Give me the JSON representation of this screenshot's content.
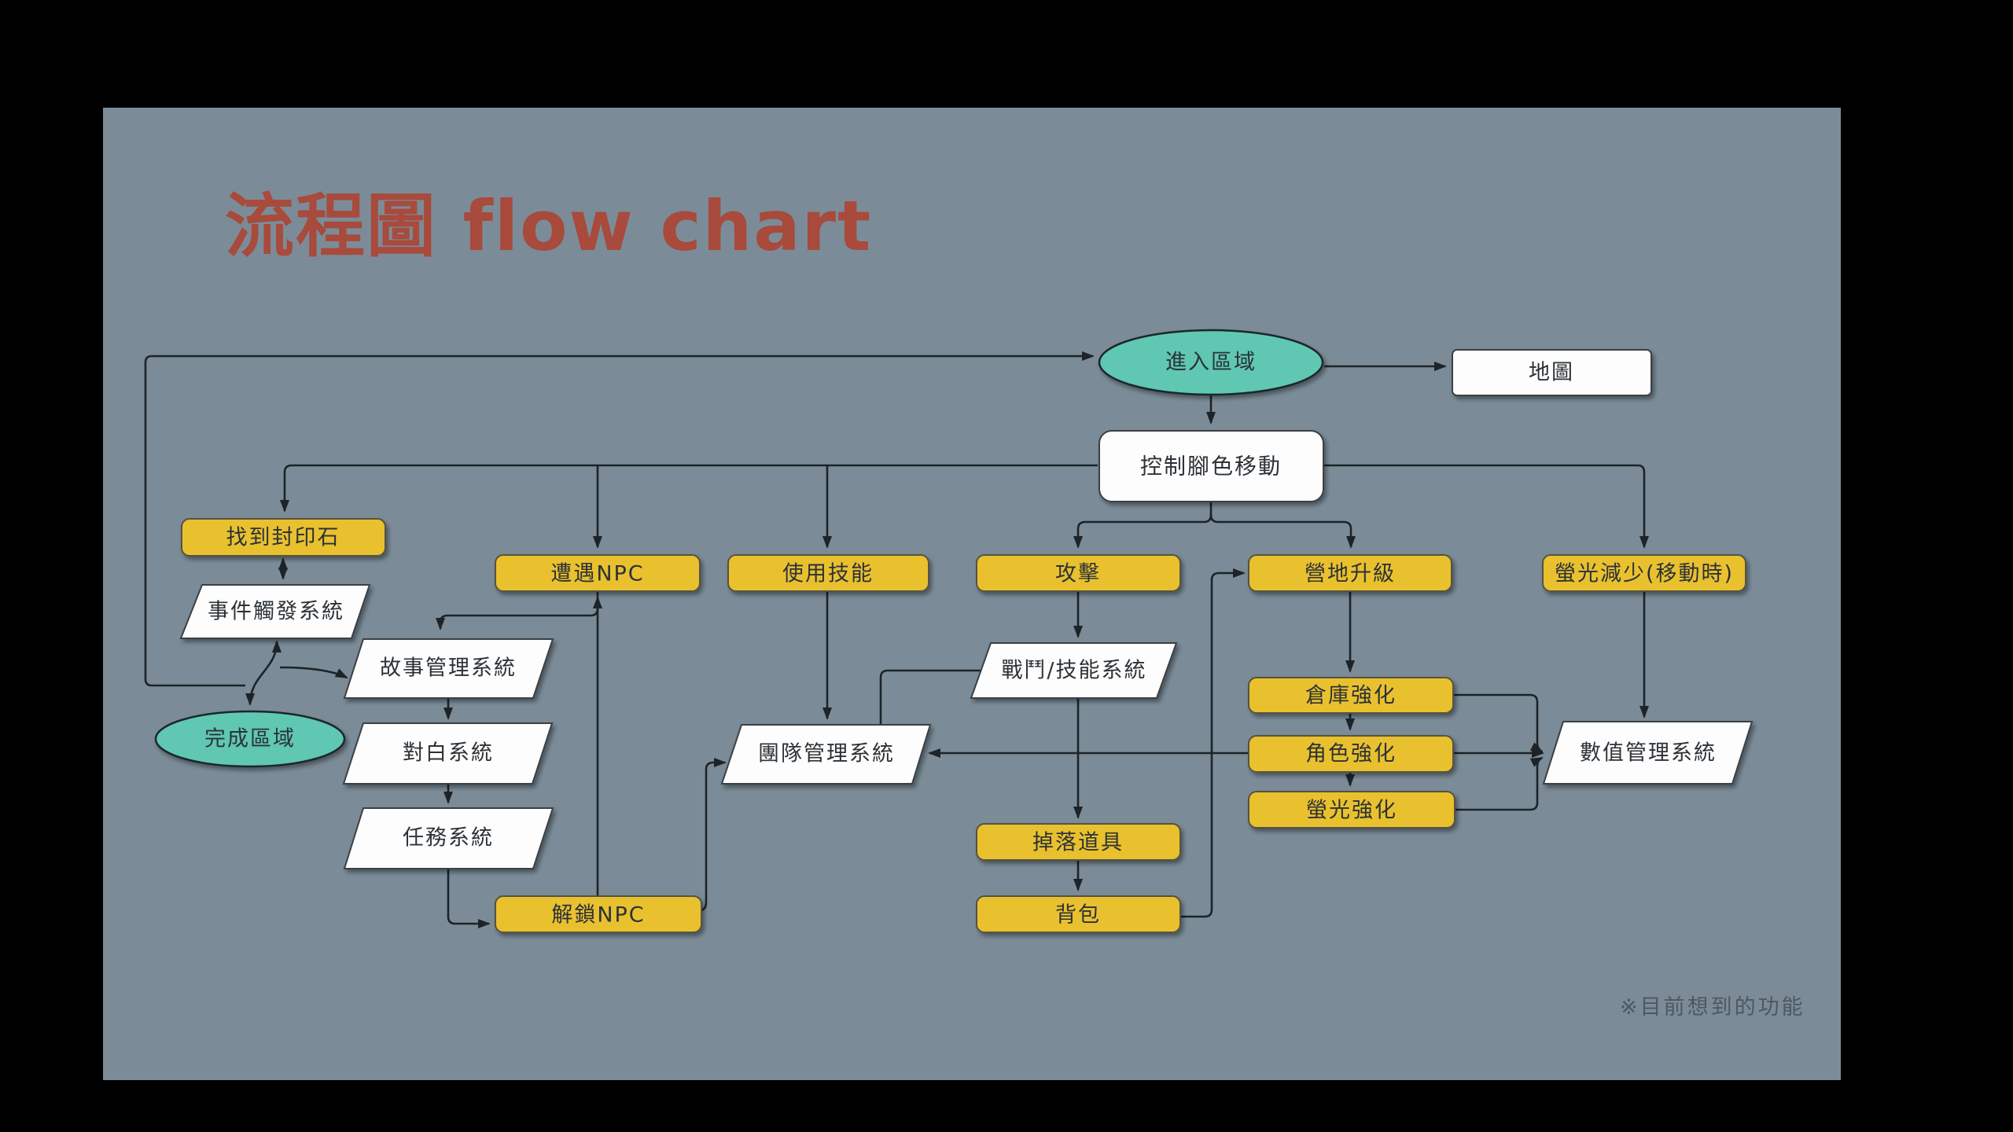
{
  "slide": {
    "title": "流程圖 flow chart",
    "footnote": "※目前想到的功能"
  },
  "colors": {
    "background": "#000000",
    "panel": "#7b8c98",
    "title": "#a84a3c",
    "node_yellow": "#e9c12f",
    "node_yellow_border": "#56523f",
    "node_white": "#fdfdfd",
    "node_white_border": "#3b4145",
    "node_teal": "#5ec7b2",
    "node_teal_border": "#1f2629",
    "edge": "#1d2327",
    "label": "#2c3237",
    "footnote_color": "#50575f"
  },
  "nodes": {
    "enter_area": "進入區域",
    "map": "地圖",
    "control_move": "控制腳色移動",
    "find_seal_stone": "找到封印石",
    "encounter_npc": "遭遇NPC",
    "use_skill": "使用技能",
    "attack": "攻擊",
    "camp_upgrade": "營地升級",
    "glow_decrease": "螢光減少(移動時)",
    "event_trigger_system": "事件觸發系統",
    "story_system": "故事管理系統",
    "dialogue_system": "對白系統",
    "quest_system": "任務系統",
    "complete_area": "完成區域",
    "unlock_npc": "解鎖NPC",
    "team_system": "團隊管理系統",
    "combat_skill_system": "戰鬥/技能系統",
    "drop_item": "掉落道具",
    "backpack": "背包",
    "warehouse_upgrade": "倉庫強化",
    "character_upgrade": "角色強化",
    "glow_upgrade": "螢光強化",
    "stat_system": "數值管理系統"
  }
}
